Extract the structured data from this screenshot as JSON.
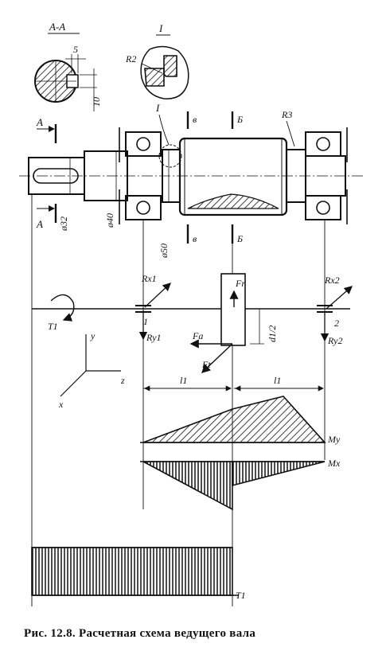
{
  "caption": "Рис. 12.8. Расчетная схема ведущего вала",
  "section": {
    "label": "А-А",
    "dim_top": "5",
    "dim_side": "10"
  },
  "detail": {
    "label": "I",
    "radius": "R2"
  },
  "shaft": {
    "section_a": "А",
    "section_b": "Б",
    "section_v": "в",
    "detail_ref": "I",
    "fillet": "R3",
    "d1": "ø32",
    "d2": "ø40",
    "d3": "ø50"
  },
  "scheme": {
    "rx1": "Rx1",
    "ry1": "Ry1",
    "rx2": "Rx2",
    "ry2": "Ry2",
    "fr": "Fr",
    "fa": "Fa",
    "ft": "Ft",
    "t1": "T1",
    "half_d": "d1/2",
    "support1": "1",
    "support2": "2",
    "axis_y": "y",
    "axis_z": "z",
    "axis_x": "x",
    "span1": "l1",
    "span2": "l1"
  },
  "diagrams": {
    "my": "My",
    "mx": "Mx",
    "t1": "T1"
  }
}
